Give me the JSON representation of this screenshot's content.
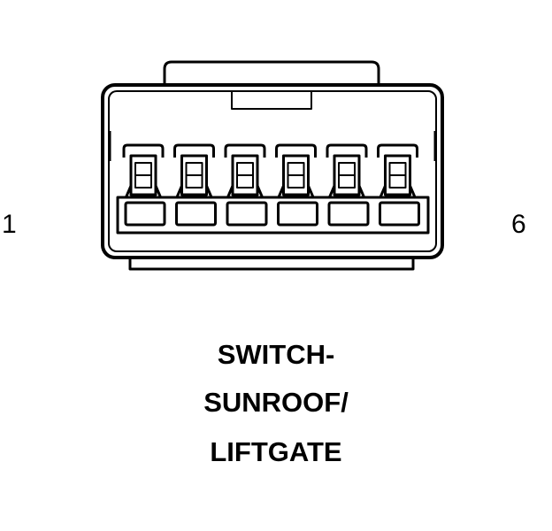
{
  "pin_labels": {
    "first": "1",
    "last": "6"
  },
  "pin_count": 6,
  "caption_lines": [
    "SWITCH-",
    "SUNROOF/",
    "LIFTGATE"
  ],
  "colors": {
    "stroke": "#000000",
    "background": "#ffffff"
  }
}
